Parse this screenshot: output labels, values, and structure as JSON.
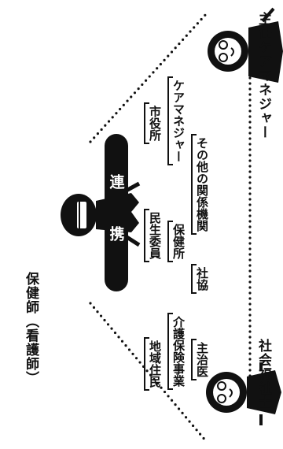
{
  "roles": {
    "top": "保健師（看護師）",
    "bottom_left": "社会福祉士",
    "bottom_right": "主任ケアマネジャー"
  },
  "center_label": "連　携",
  "agencies": {
    "col1": [
      "地域住民",
      "民生委員",
      "市役所"
    ],
    "col2": [
      "介護保険事業",
      "保健所",
      "ケアマネジャー"
    ],
    "col3": [
      "主治医",
      "社協",
      "その他の関係機関"
    ]
  },
  "icons": [
    "nurse-figure-icon",
    "social-worker-figure-icon",
    "care-manager-figure-icon"
  ]
}
